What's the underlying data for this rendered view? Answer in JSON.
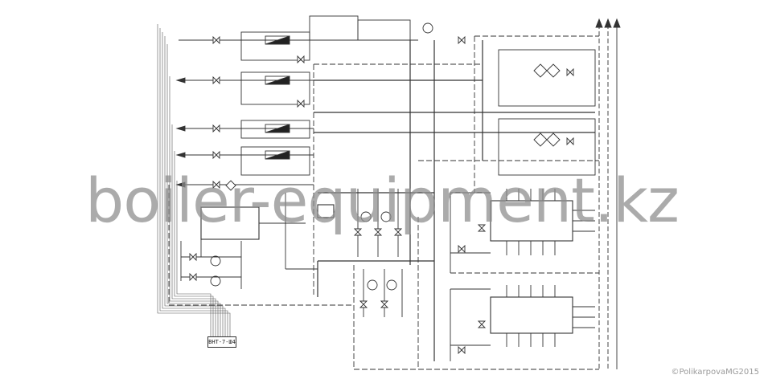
{
  "diagram": {
    "equipment_tag": "ВНТ-7-Ш4",
    "watermark": "boiler-equipment.kz",
    "credit": "©PolikarpovaMG2015"
  }
}
